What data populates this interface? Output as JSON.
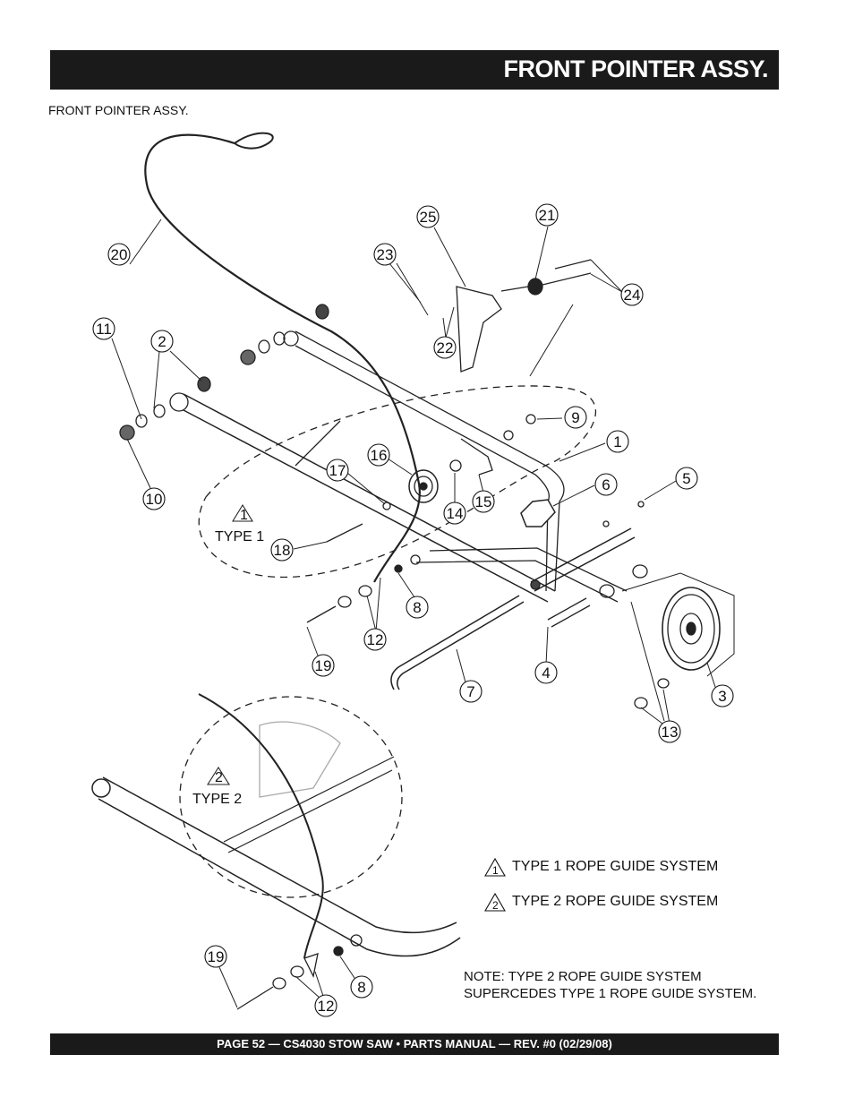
{
  "header": {
    "title": "FRONT POINTER ASSY."
  },
  "subtitle": "FRONT POINTER ASSY.",
  "callouts": [
    "1",
    "2",
    "3",
    "4",
    "5",
    "6",
    "7",
    "8",
    "9",
    "10",
    "11",
    "12",
    "13",
    "14",
    "15",
    "16",
    "17",
    "18",
    "19",
    "20",
    "21",
    "22",
    "23",
    "24",
    "25",
    "12",
    "8",
    "19"
  ],
  "type_labels": {
    "type1": "TYPE 1",
    "type1_num": "1",
    "type2": "TYPE 2",
    "type2_num": "2"
  },
  "legend": [
    {
      "num": "1",
      "text": "TYPE 1 ROPE GUIDE SYSTEM"
    },
    {
      "num": "2",
      "text": "TYPE 2 ROPE GUIDE SYSTEM"
    }
  ],
  "note": "NOTE:  TYPE 2 ROPE GUIDE SYSTEM SUPERCEDES TYPE 1 ROPE GUIDE SYSTEM.",
  "footer": {
    "text": "PAGE 52 — CS4030 STOW SAW • PARTS MANUAL — REV. #0 (02/29/08)"
  }
}
